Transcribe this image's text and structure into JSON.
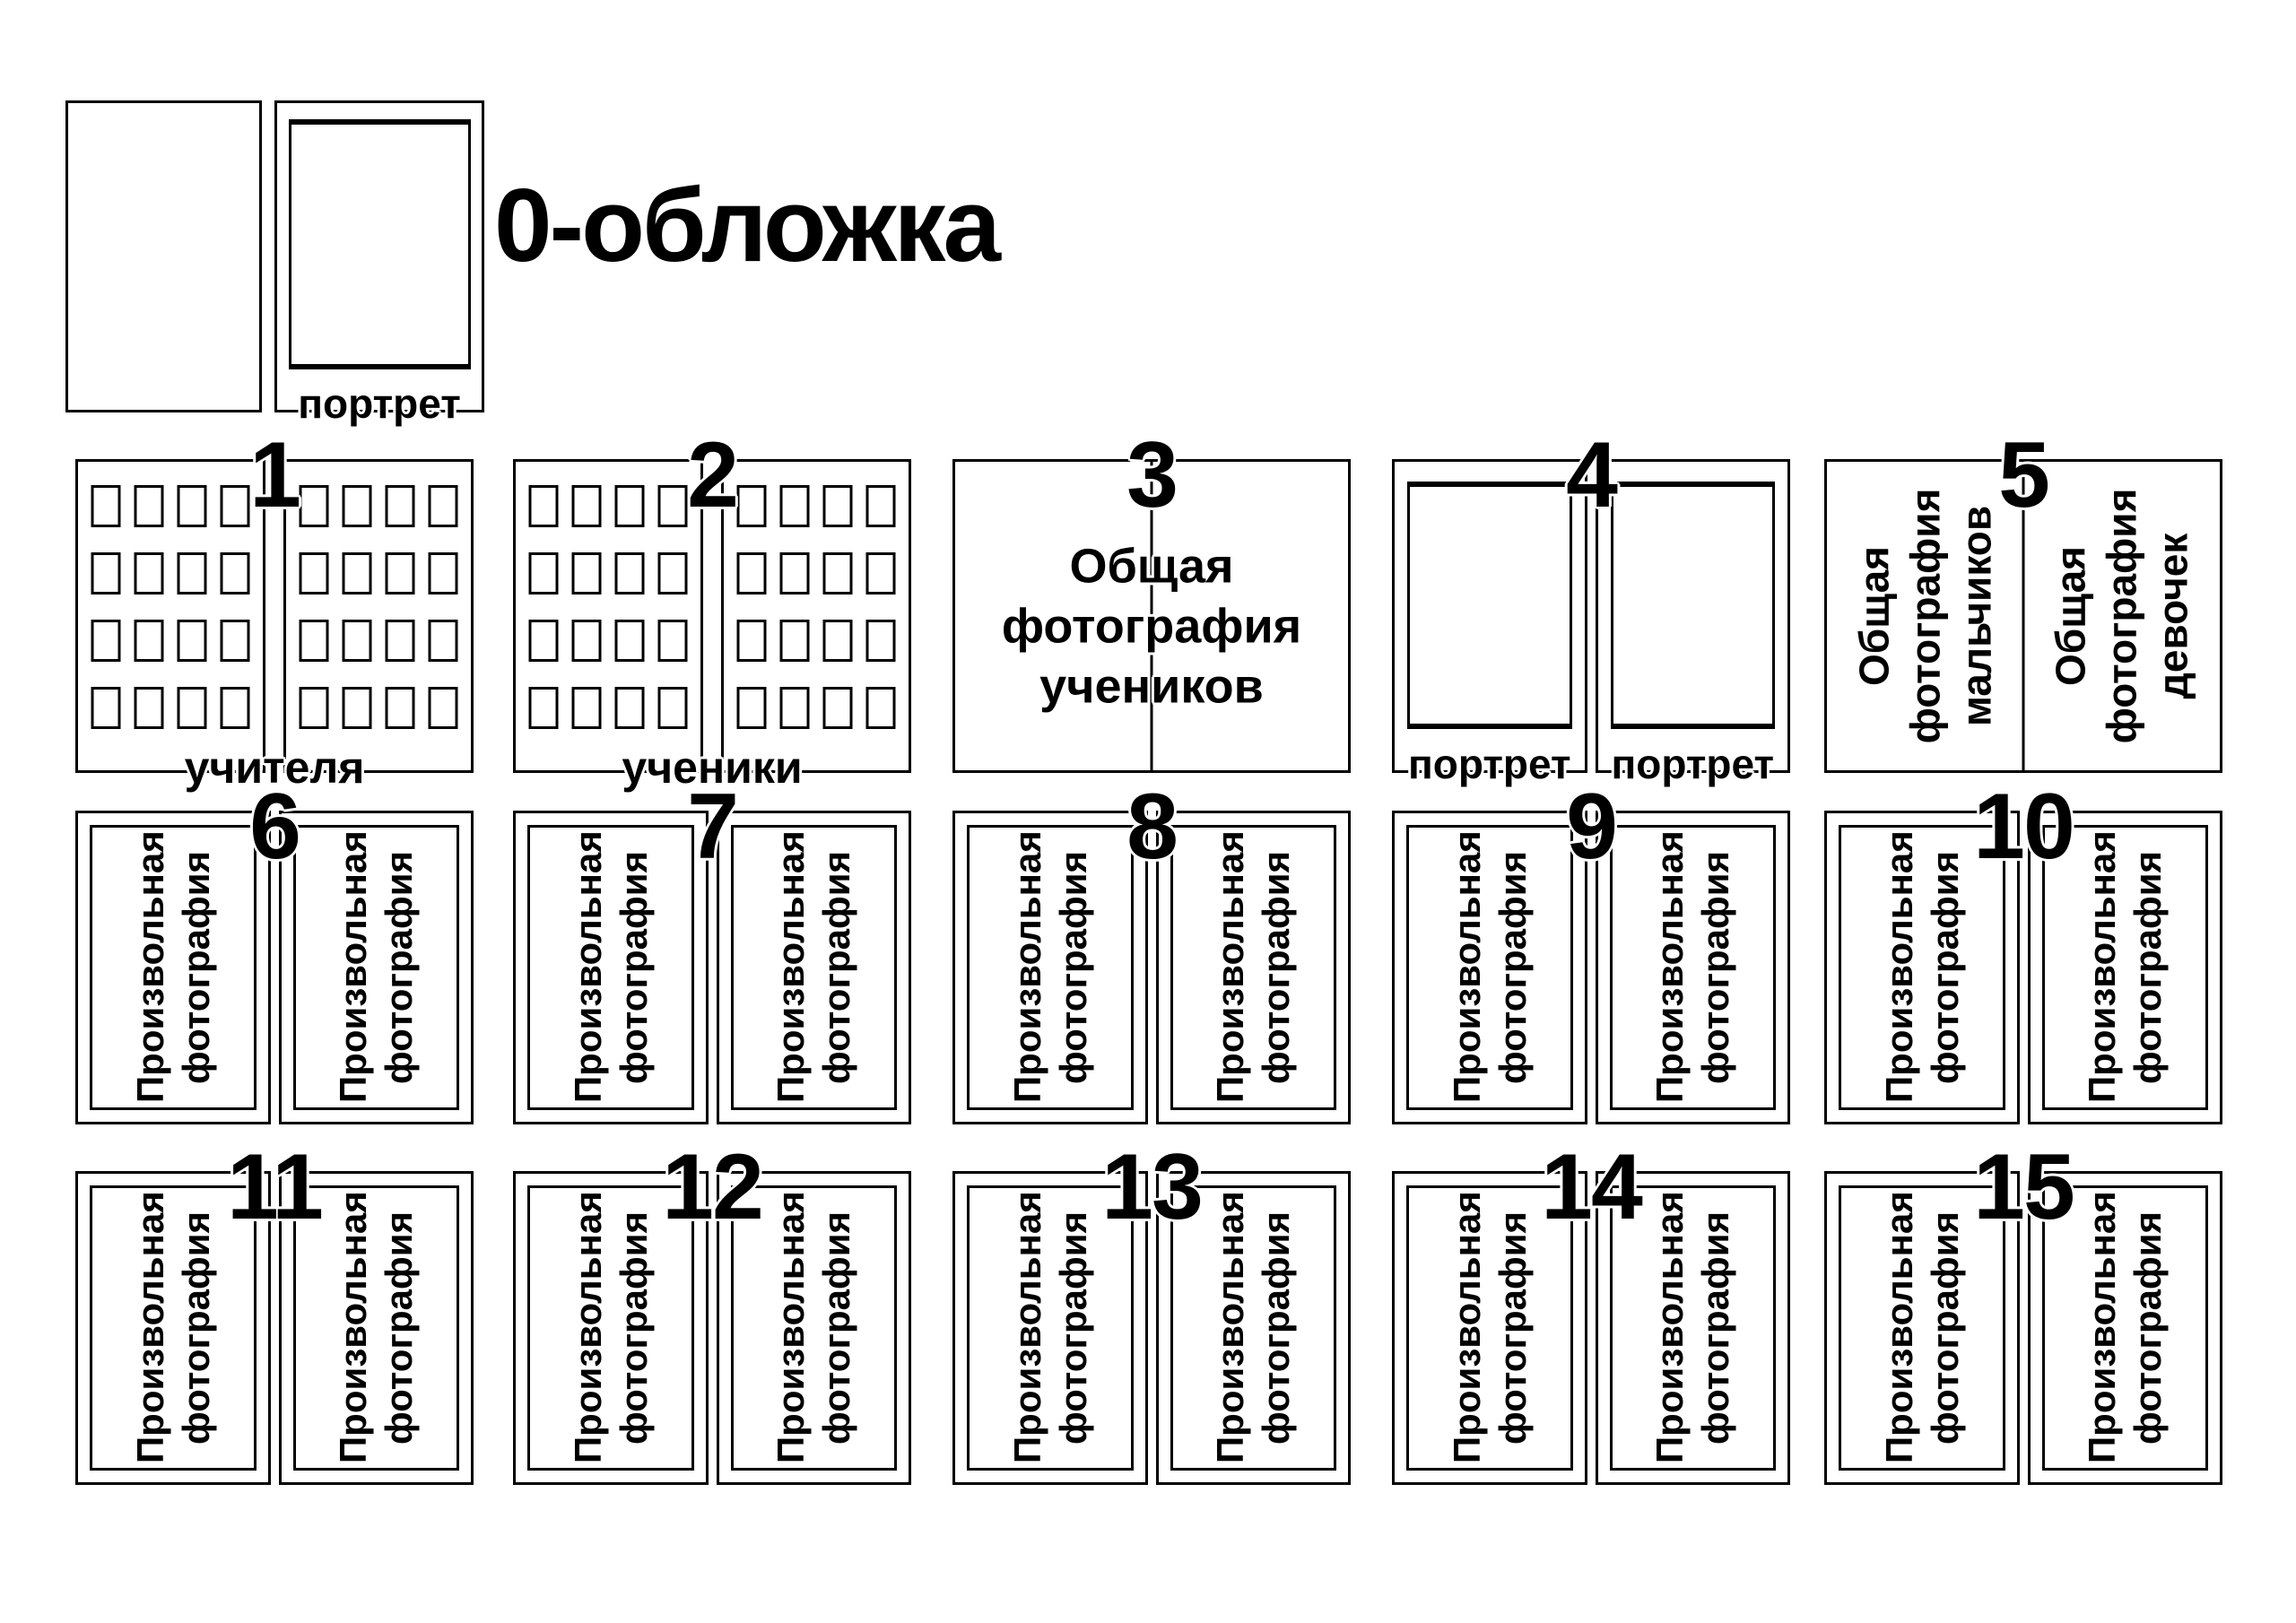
{
  "colors": {
    "background": "#ffffff",
    "ink": "#000000"
  },
  "cover": {
    "title": "0-обложка",
    "portrait_label": "портрет"
  },
  "thumb_grid": {
    "rows": 4,
    "cols": 4
  },
  "spreads": [
    {
      "num": "1",
      "type": "grid",
      "caption": "учителя"
    },
    {
      "num": "2",
      "type": "grid",
      "caption": "ученики"
    },
    {
      "num": "3",
      "type": "group",
      "text": "Общая\nфотография\nучеников"
    },
    {
      "num": "4",
      "type": "portraits",
      "left_caption": "портрет",
      "right_caption": "портрет"
    },
    {
      "num": "5",
      "type": "vertical",
      "left_text": "Общая\nфотография\nмальчиков",
      "right_text": "Общая\nфотография\nдевочек"
    },
    {
      "num": "6",
      "type": "free",
      "left_text": "Произвольная\nфотография",
      "right_text": "Произвольная\nфотография"
    },
    {
      "num": "7",
      "type": "free",
      "left_text": "Произвольная\nфотография",
      "right_text": "Произвольная\nфотография"
    },
    {
      "num": "8",
      "type": "free",
      "left_text": "Произвольная\nфотография",
      "right_text": "Произвольная\nфотография"
    },
    {
      "num": "9",
      "type": "free",
      "left_text": "Произвольная\nфотография",
      "right_text": "Произвольная\nфотография"
    },
    {
      "num": "10",
      "type": "free",
      "left_text": "Произвольная\nфотография",
      "right_text": "Произвольная\nфотография"
    },
    {
      "num": "11",
      "type": "free",
      "left_text": "Произвольная\nфотография",
      "right_text": "Произвольная\nфотография"
    },
    {
      "num": "12",
      "type": "free",
      "left_text": "Произвольная\nфотография",
      "right_text": "Произвольная\nфотография"
    },
    {
      "num": "13",
      "type": "free",
      "left_text": "Произвольная\nфотография",
      "right_text": "Произвольная\nфотография"
    },
    {
      "num": "14",
      "type": "free",
      "left_text": "Произвольная\nфотография",
      "right_text": "Произвольная\nфотография"
    },
    {
      "num": "15",
      "type": "free",
      "left_text": "Произвольная\nфотография",
      "right_text": "Произвольная\nфотография"
    }
  ]
}
